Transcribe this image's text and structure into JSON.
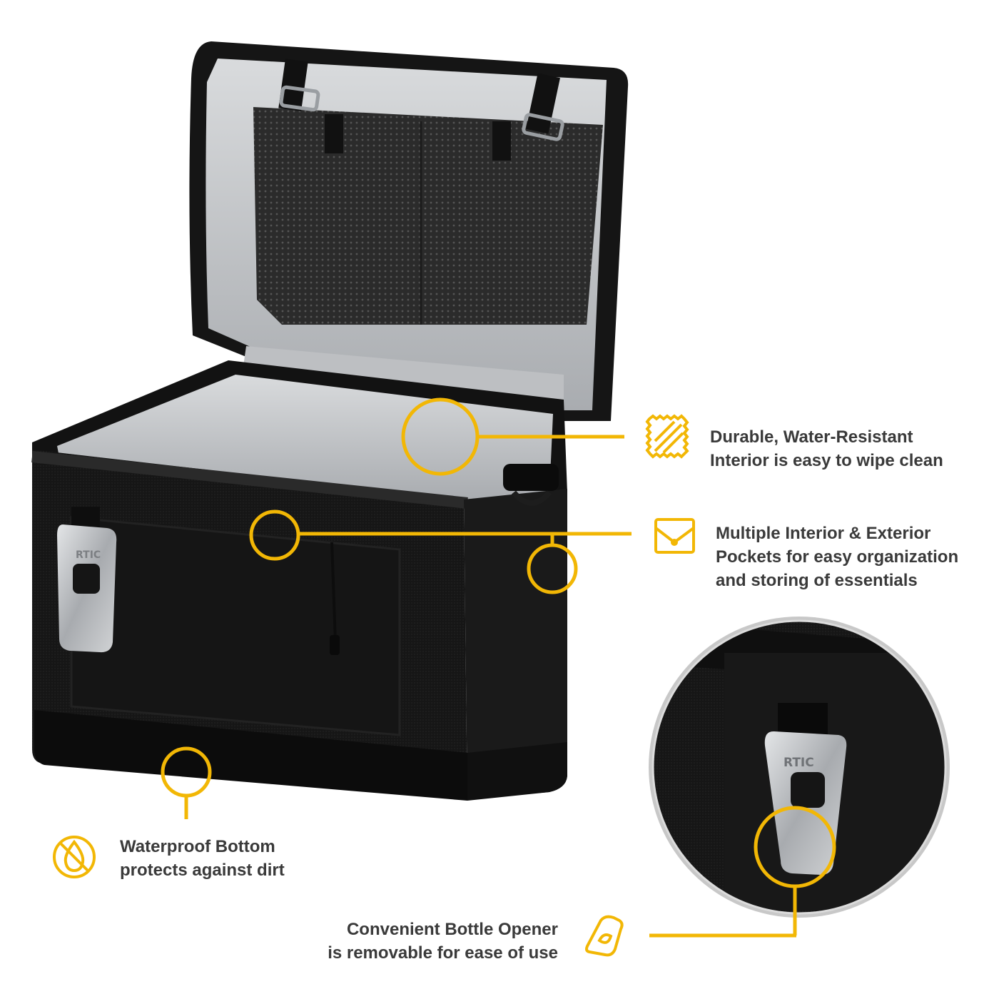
{
  "colors": {
    "accent": "#F2B705",
    "text": "#3A3A3A",
    "bag": "#141414",
    "lining": "#C9CCCF",
    "mesh": "#2C2C2C",
    "metal": "#BFC2C5",
    "zoom_ring": "#C8C8C8"
  },
  "features": [
    {
      "id": "interior",
      "icon": "texture-swatch-icon",
      "lines": [
        "Durable, Water-Resistant",
        "Interior is easy to wipe clean"
      ]
    },
    {
      "id": "pockets",
      "icon": "pocket-envelope-icon",
      "lines": [
        "Multiple Interior & Exterior",
        "Pockets for easy organization",
        "and  storing of essentials"
      ]
    },
    {
      "id": "bottom",
      "icon": "no-water-drop-icon",
      "lines": [
        "Waterproof Bottom",
        "protects against dirt"
      ]
    },
    {
      "id": "opener",
      "icon": "bottle-opener-icon",
      "lines": [
        "Convenient Bottle Opener",
        "is removable for ease of use"
      ]
    }
  ],
  "product": {
    "opener_brand": "RTIC",
    "zoom_brand": "RTIC"
  }
}
